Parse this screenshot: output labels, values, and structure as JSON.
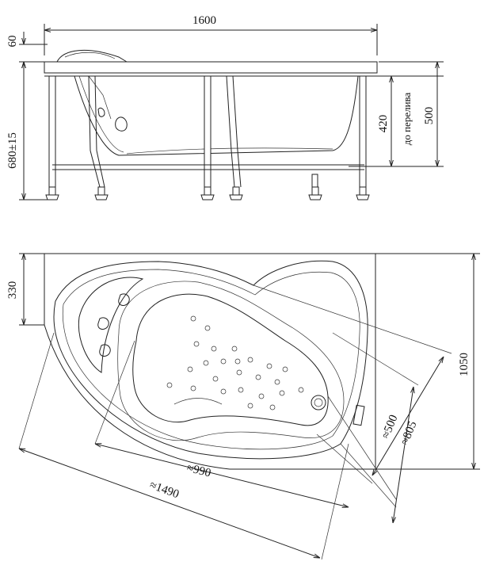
{
  "side_view": {
    "dim_length": "1600",
    "dim_rim": "60",
    "dim_height": "680±15",
    "dim_overflow": "420",
    "overflow_label": "до перелива",
    "dim_depth": "500"
  },
  "top_view": {
    "dim_330": "330",
    "dim_1050": "1050",
    "dim_500": "≈500",
    "dim_805": "≈805",
    "dim_990": "≈990",
    "dim_1490": "≈1490"
  }
}
